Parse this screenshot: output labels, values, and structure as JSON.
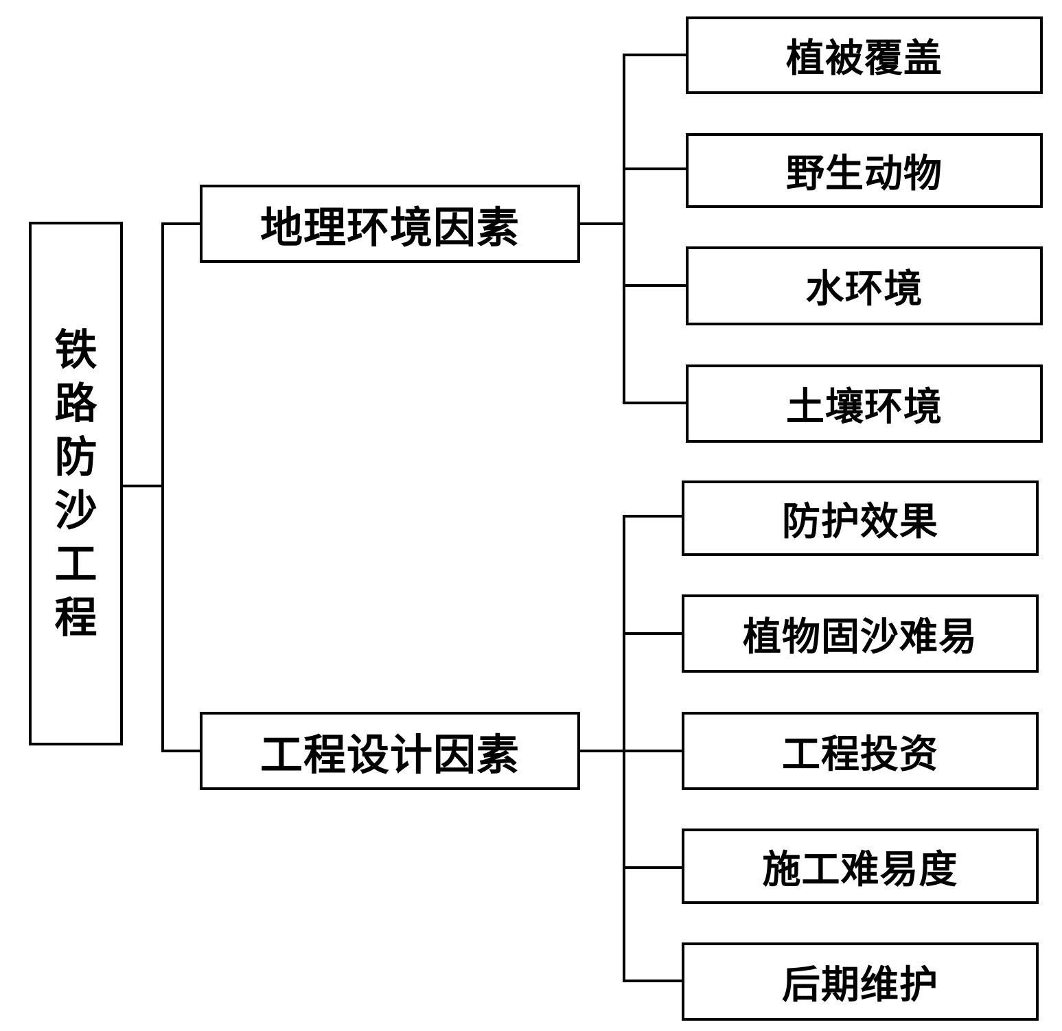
{
  "root": {
    "label": "铁路防沙工程",
    "chars": [
      "铁",
      "路",
      "防",
      "沙",
      "工",
      "程"
    ]
  },
  "branches": [
    {
      "label": "地理环境因素",
      "leaves": [
        "植被覆盖",
        "野生动物",
        "水环境",
        "土壤环境"
      ]
    },
    {
      "label": "工程设计因素",
      "leaves": [
        "防护效果",
        "植物固沙难易",
        "工程投资",
        "施工难易度",
        "后期维护"
      ]
    }
  ]
}
